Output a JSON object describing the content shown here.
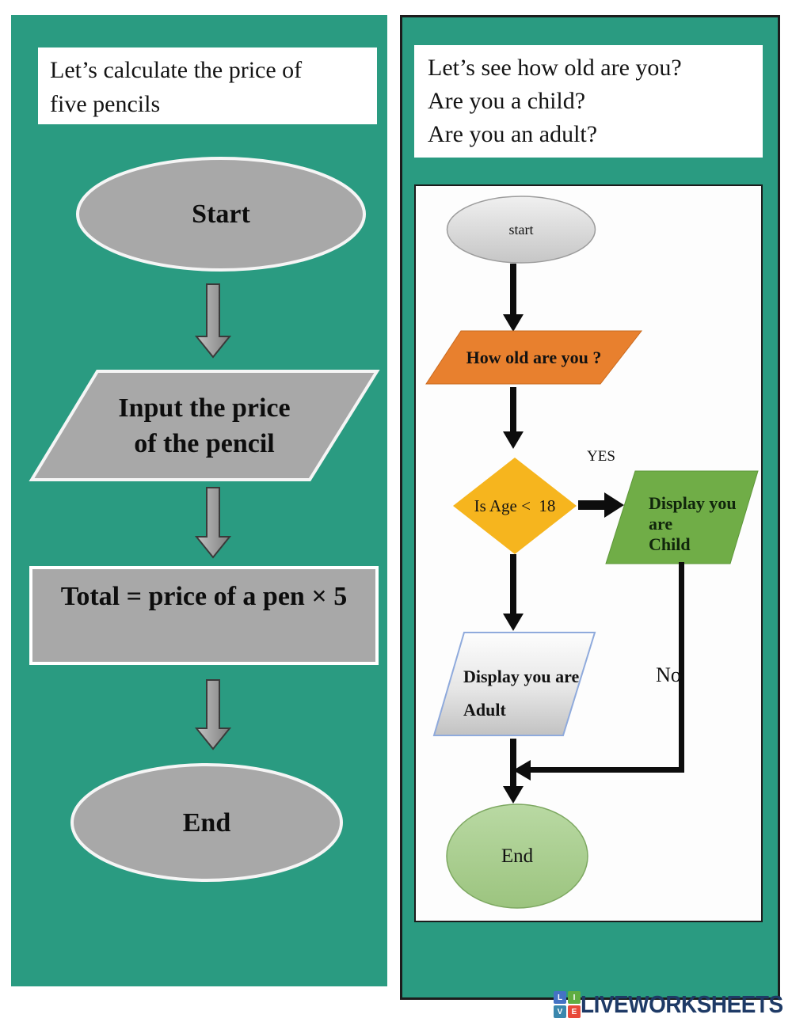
{
  "left_panel": {
    "title": "Let’s calculate the price of\nfive pencils",
    "start_label": "Start",
    "input_label": "Input the price\nof the pencil",
    "process_label": "Total = price of a pen × 5",
    "end_label": "End"
  },
  "right_panel": {
    "title": "Let’s see how old are you?\nAre you a child?\nAre you an adult?",
    "start_label": "start",
    "question_label": "How old are you ?",
    "decision_label": "Is Age <  18",
    "yes_label": "YES",
    "child_label": "Display you are\nChild",
    "no_label": "No",
    "adult_label": "Display you are\nAdult",
    "end_label": "End"
  },
  "footer": {
    "logo_text": "LIVEWORKSHEETS",
    "logo_color": "#1e3a66",
    "logo_squares": [
      {
        "letter": "L",
        "color": "#4472c4"
      },
      {
        "letter": "I",
        "color": "#5fad41"
      },
      {
        "letter": "V",
        "color": "#3a87ad"
      },
      {
        "letter": "E",
        "color": "#e8493a"
      }
    ]
  },
  "colors": {
    "panel_teal": "#2a9b81",
    "panel_border": "#1c1c1c",
    "shape_gray": "#a8a8a8",
    "question_orange": "#e8802e",
    "decision_gold": "#f6b51e",
    "child_green": "#70ad47",
    "end_light_green": "#aed494",
    "connector_black": "#0d0d0d"
  }
}
